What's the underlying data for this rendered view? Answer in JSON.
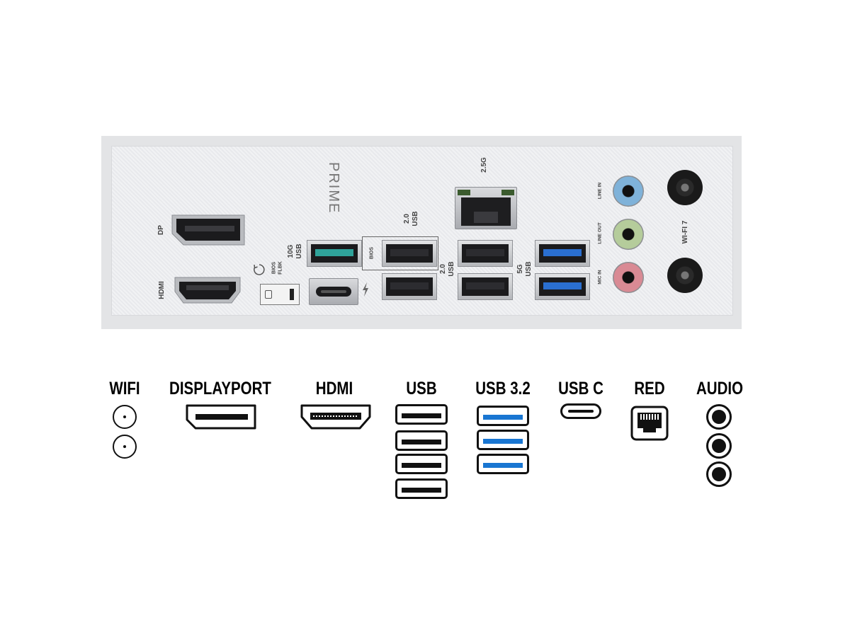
{
  "shield": {
    "brand": "PRIME",
    "labels": {
      "dp": "DP",
      "hdmi": "HDMI",
      "bios_flbk_1": "BIOS",
      "bios_flbk_2": "FLBK",
      "usb10g_1": "10G",
      "usb10g_2": "USB",
      "usb20_top_1": "2.0",
      "usb20_top_2": "USB",
      "bios_box": "BIOS",
      "usb20_right_1": "2.0",
      "usb20_right_2": "USB",
      "lan": "2.5G",
      "usb5g_1": "5G",
      "usb5g_2": "USB",
      "line_in": "LINE IN",
      "line_out": "LINE OUT",
      "mic_in": "MIC IN",
      "wifi": "WI-FI 7"
    },
    "colors": {
      "line_in": "#7fb2d9",
      "line_out": "#b5cc9b",
      "mic_in": "#d98a94",
      "usb_10g": "#2fa39a",
      "usb_5g": "#2a6fd0"
    }
  },
  "legend": {
    "wifi": "WIFI",
    "displayport": "DISPLAYPORT",
    "hdmi": "HDMI",
    "usb": "USB",
    "usb32": "USB 3.2",
    "usbc": "USB C",
    "red": "RED",
    "audio": "AUDIO",
    "icons": [
      "wifi-antenna-icon",
      "displayport-icon",
      "hdmi-icon",
      "usb-a-icon",
      "usb-3-2-icon",
      "usb-c-icon",
      "ethernet-rj45-icon",
      "audio-jack-icon"
    ]
  }
}
